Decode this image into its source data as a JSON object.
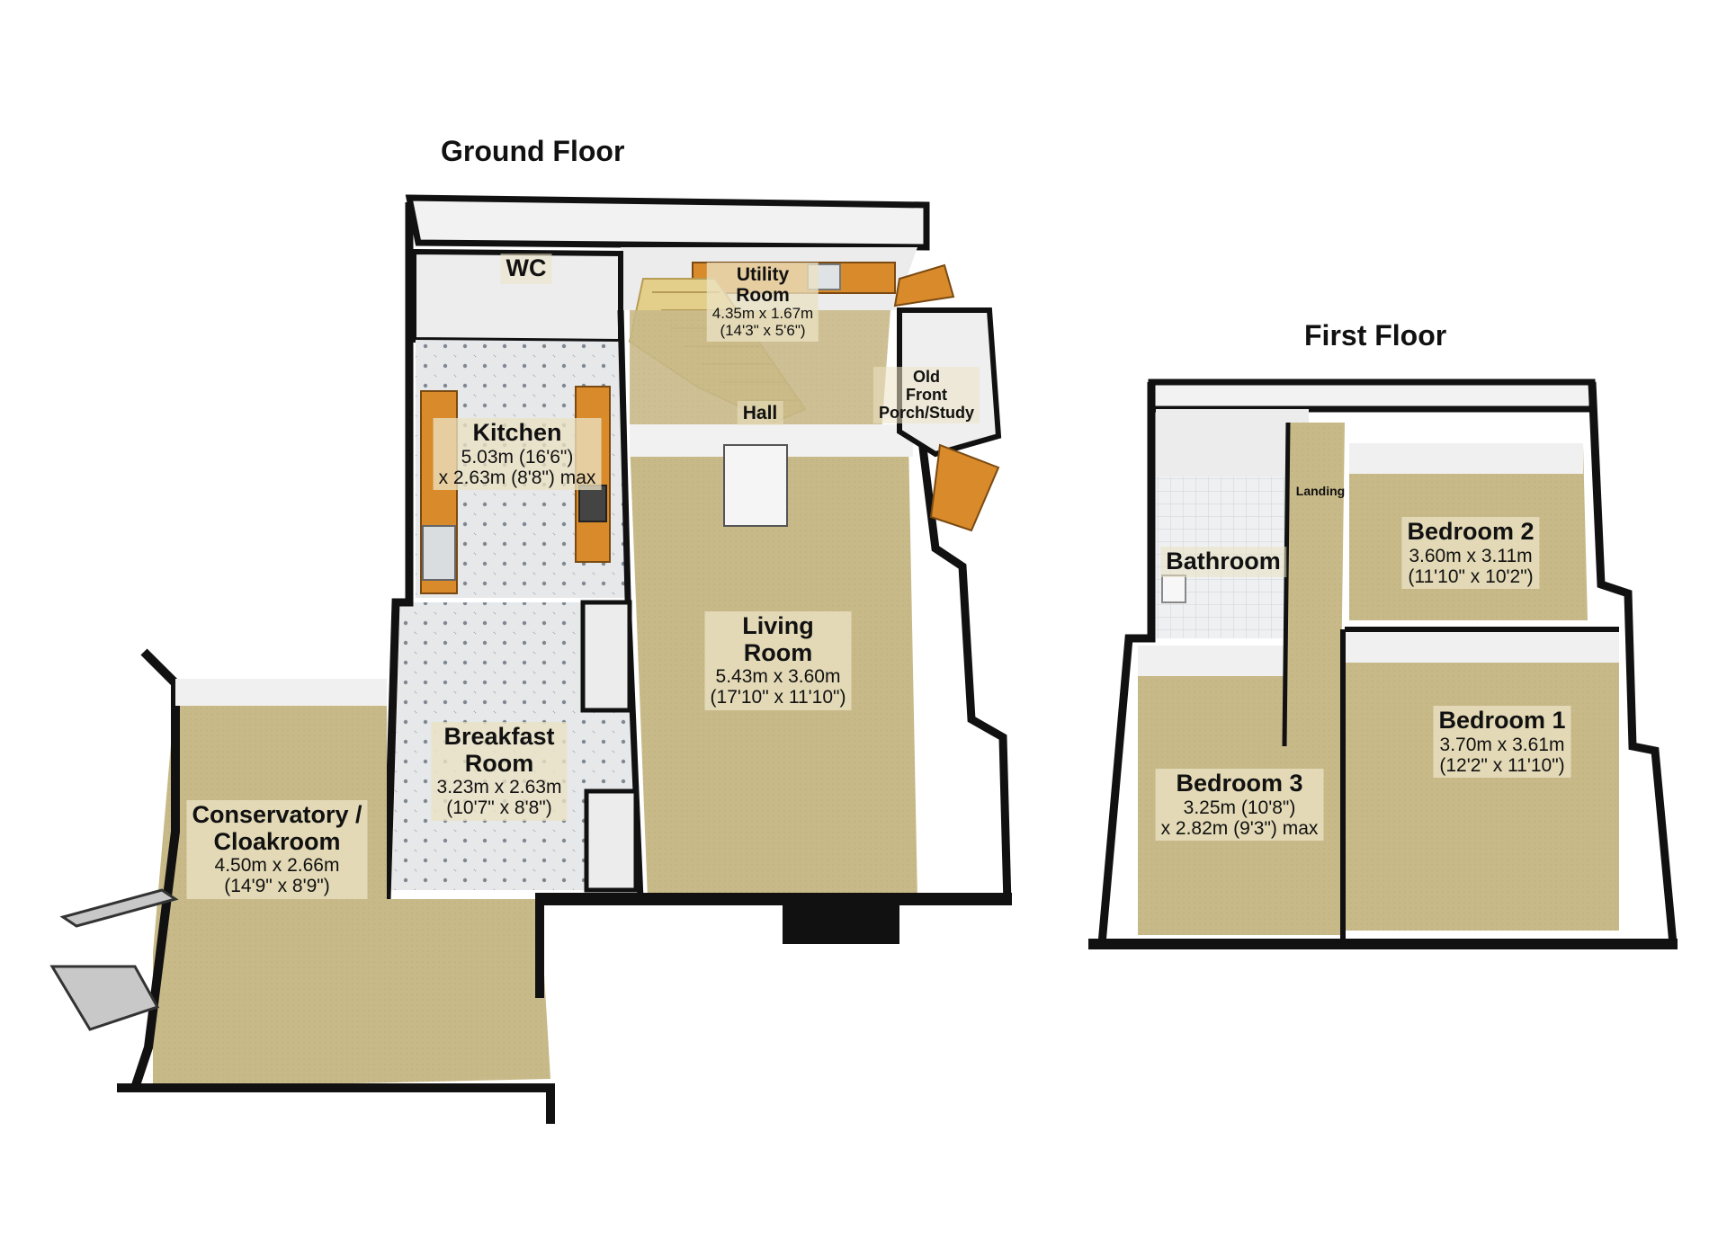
{
  "ground_floor": {
    "title": "Ground Floor",
    "rooms": {
      "wc": {
        "name": "WC"
      },
      "utility": {
        "name": "Utility\nRoom",
        "dim1": "4.35m x 1.67m",
        "dim2": "(14'3\" x 5'6\")"
      },
      "hall": {
        "name": "Hall"
      },
      "porch": {
        "name": "Old\nFront\nPorch/Study"
      },
      "kitchen": {
        "name": "Kitchen",
        "dim1": "5.03m (16'6\")",
        "dim2": "x 2.63m (8'8\") max"
      },
      "living": {
        "name": "Living\nRoom",
        "dim1": "5.43m x 3.60m",
        "dim2": "(17'10\" x 11'10\")"
      },
      "breakfast": {
        "name": "Breakfast\nRoom",
        "dim1": "3.23m x 2.63m",
        "dim2": "(10'7\" x 8'8\")"
      },
      "conservatory": {
        "name": "Conservatory /\nCloakroom",
        "dim1": "4.50m x 2.66m",
        "dim2": "(14'9\" x 8'9\")"
      }
    }
  },
  "first_floor": {
    "title": "First Floor",
    "rooms": {
      "landing": {
        "name": "Landing"
      },
      "bathroom": {
        "name": "Bathroom"
      },
      "bedroom2": {
        "name": "Bedroom 2",
        "dim1": "3.60m x 3.11m",
        "dim2": "(11'10\" x 10'2\")"
      },
      "bedroom1": {
        "name": "Bedroom 1",
        "dim1": "3.70m x 3.61m",
        "dim2": "(12'2\" x 11'10\")"
      },
      "bedroom3": {
        "name": "Bedroom 3",
        "dim1": "3.25m (10'8\")",
        "dim2": "x 2.82m (9'3\") max"
      }
    }
  },
  "colors": {
    "floor": "#c9b98a",
    "tile": "#e8eaec",
    "wall": "#111111",
    "wall_inner": "#f4f4f4",
    "worktop": "#d98a2b",
    "glass": "#cfe8e2"
  }
}
